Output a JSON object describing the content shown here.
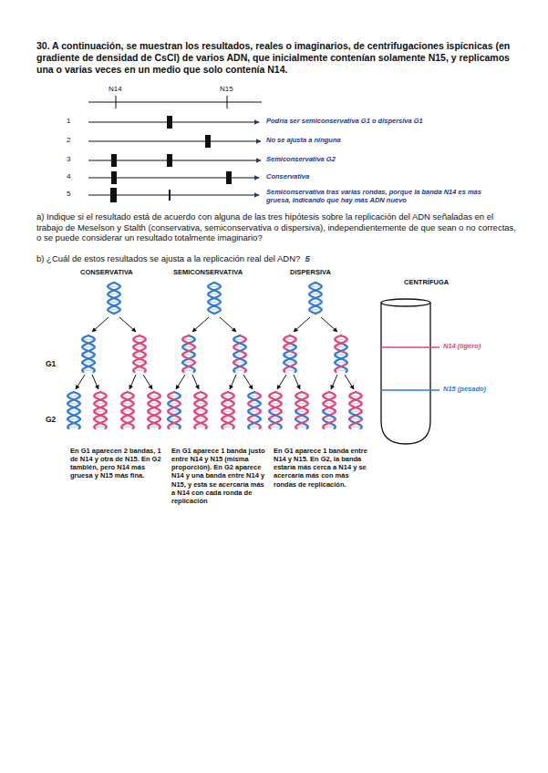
{
  "diagram": {
    "title": "30. A continuación, se muestran los resultados, reales o imaginarios, de centrifugaciones ispícnicas (en gradiente de densidad de CsCl) de varios ADN, que inicialmente contenían solamente N15, y replicamos una o varias veces en un medio que solo contenía N14.",
    "labels": [
      "N14",
      "N15",
      "1",
      "2",
      "3",
      "4",
      "5",
      "Podría ser semiconservativa G1 o dispersiva G1",
      "No se ajusta a ninguna",
      "Semiconservativa G2",
      "Conservativa",
      "Semiconservativa tras varias rondas, porque la banda N14 es más gruesa, indicando que hay más ADN nuevo",
      "a) Indique si el resultado está de acuerdo con alguna de las tres hipótesis sobre la replicación del ADN señaladas en el trabajo de Meselson y Stalth (conservativa, semiconservativa o dispersiva), independientemente de que sean o no correctas, o se puede considerar un resultado totalmente imaginario?",
      "b) ¿Cuál de estos resultados se ajusta a la replicación real del ADN?",
      "5",
      "CONSERVATIVA",
      "SEMICONSERVATIVA",
      "DISPERSIVA",
      "CENTRÍFUGA",
      "G1",
      "G2",
      "N14 (ligero)",
      "N15 (pesado)",
      "En G1 aparecen 2 bandas, 1 de N14 y otra de N15. En G2 también, pero N14 más gruesa y N15 más fina.",
      "En G1 aparece 1 banda justo entre N14 y N15 (misma proporción). En G2 aparece N14 y una banda entre N14 y N15, y esta se acercaría más a N14 con cada ronda de replicación",
      "En G1 aparece 1 banda entre N14 y N15. En G2, la banda estaría más cerca a N14 y se acercaría más con más rondas de replicación."
    ]
  }
}
